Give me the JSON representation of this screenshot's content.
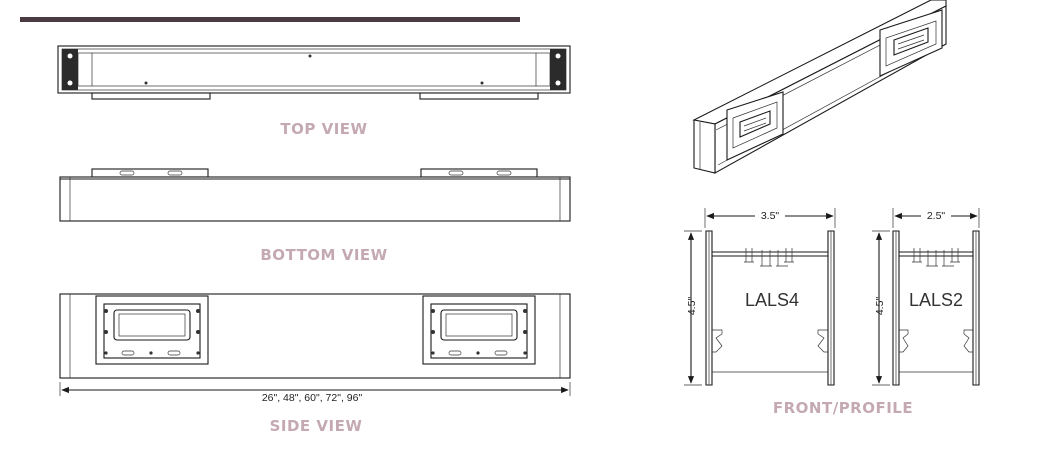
{
  "views": {
    "top": "TOP VIEW",
    "bottom": "BOTTOM VIEW",
    "side": "SIDE VIEW",
    "profile": "FRONT/PROFILE"
  },
  "dimensions": {
    "lengths": "26\", 48\", 60\", 72\", 96\"",
    "lals4_width": "3.5\"",
    "lals4_height": "4.5\"",
    "lals2_width": "2.5\"",
    "lals2_height": "4.5\""
  },
  "models": {
    "lals4": "LALS4",
    "lals2": "LALS2"
  },
  "colors": {
    "header_bar": "#4a3b42",
    "label": "#c4a9b3",
    "line": "#1a1a1a"
  }
}
